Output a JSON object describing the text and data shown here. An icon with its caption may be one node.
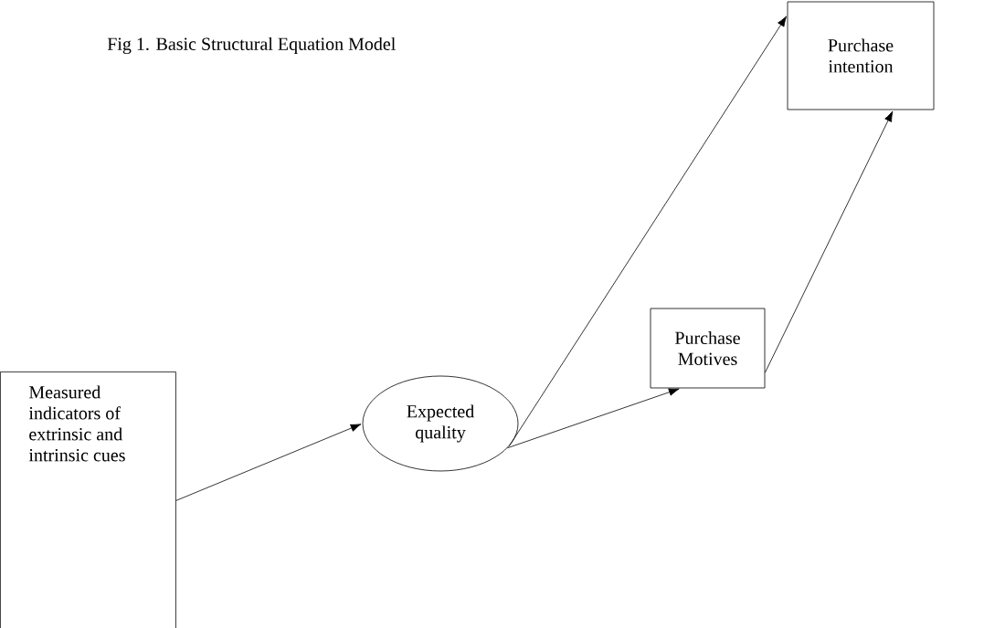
{
  "diagram": {
    "title": "Fig 1. Basic Structural Equation Model",
    "nodes": [
      {
        "text": [
          "Measured indicators of extrinsic and intrinsic cues"
        ]
      },
      {
        "text": [
          "Expected quality"
        ]
      },
      {
        "text": [
          "Purchase Motives"
        ]
      },
      {
        "text": [
          "Purchase intention"
        ]
      }
    ],
    "edges": [
      {
        "from": 0,
        "to": 1,
        "arrow": "to"
      },
      {
        "from": 1,
        "to": 2,
        "arrow": "to"
      },
      {
        "from": 1,
        "to": 3,
        "arrow": "to"
      },
      {
        "from": 2,
        "to": 3,
        "arrow": "to"
      }
    ]
  }
}
